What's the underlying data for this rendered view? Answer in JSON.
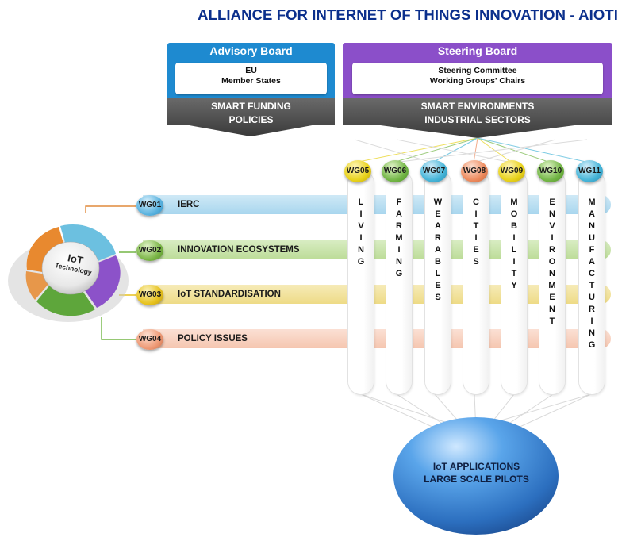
{
  "title": "ALLIANCE FOR INTERNET OF THINGS INNOVATION - AIOTI",
  "advisory_board": {
    "header": "Advisory Board",
    "members_line1": "EU",
    "members_line2": "Member States",
    "focus_line1": "SMART FUNDING",
    "focus_line2": "POLICIES"
  },
  "steering_board": {
    "header": "Steering Board",
    "members_line1": "Steering Committee",
    "members_line2": "Working Groups' Chairs",
    "focus_line1": "SMART ENVIRONMENTS",
    "focus_line2": "INDUSTRIAL SECTORS"
  },
  "hub": {
    "line1": "IoT",
    "line2": "Technology"
  },
  "horizontal_groups": [
    {
      "id": "WG01",
      "label": "IERC",
      "color": "#6fb4dc"
    },
    {
      "id": "WG02",
      "label": "INNOVATION ECOSYSTEMS",
      "color": "#7cb648"
    },
    {
      "id": "WG03",
      "label": "IoT STANDARDISATION",
      "color": "#e7c21e"
    },
    {
      "id": "WG04",
      "label": "POLICY ISSUES",
      "color": "#ee9a76"
    }
  ],
  "vertical_groups": [
    {
      "id": "WG05",
      "label": "LIVING",
      "color": "#e8d21a"
    },
    {
      "id": "WG06",
      "label": "FARMING",
      "color": "#73b646"
    },
    {
      "id": "WG07",
      "label": "WEARABLES",
      "color": "#46b5d8"
    },
    {
      "id": "WG08",
      "label": "CITIES",
      "color": "#ed8a5d"
    },
    {
      "id": "WG09",
      "label": "MOBILITY",
      "color": "#e8d21a"
    },
    {
      "id": "WG10",
      "label": "ENVIRONMENT",
      "color": "#73b646"
    },
    {
      "id": "WG11",
      "label": "MANUFACTURING",
      "color": "#46b5d8"
    }
  ],
  "applications": {
    "line1": "IoT APPLICATIONS",
    "line2": "LARGE SCALE PILOTS"
  },
  "colors": {
    "title": "#0b2f8c",
    "advisory": "#1e8ad0",
    "steering": "#8b4fc9",
    "funnel": "#5a5a5a",
    "globe": "#3f8fd8"
  }
}
